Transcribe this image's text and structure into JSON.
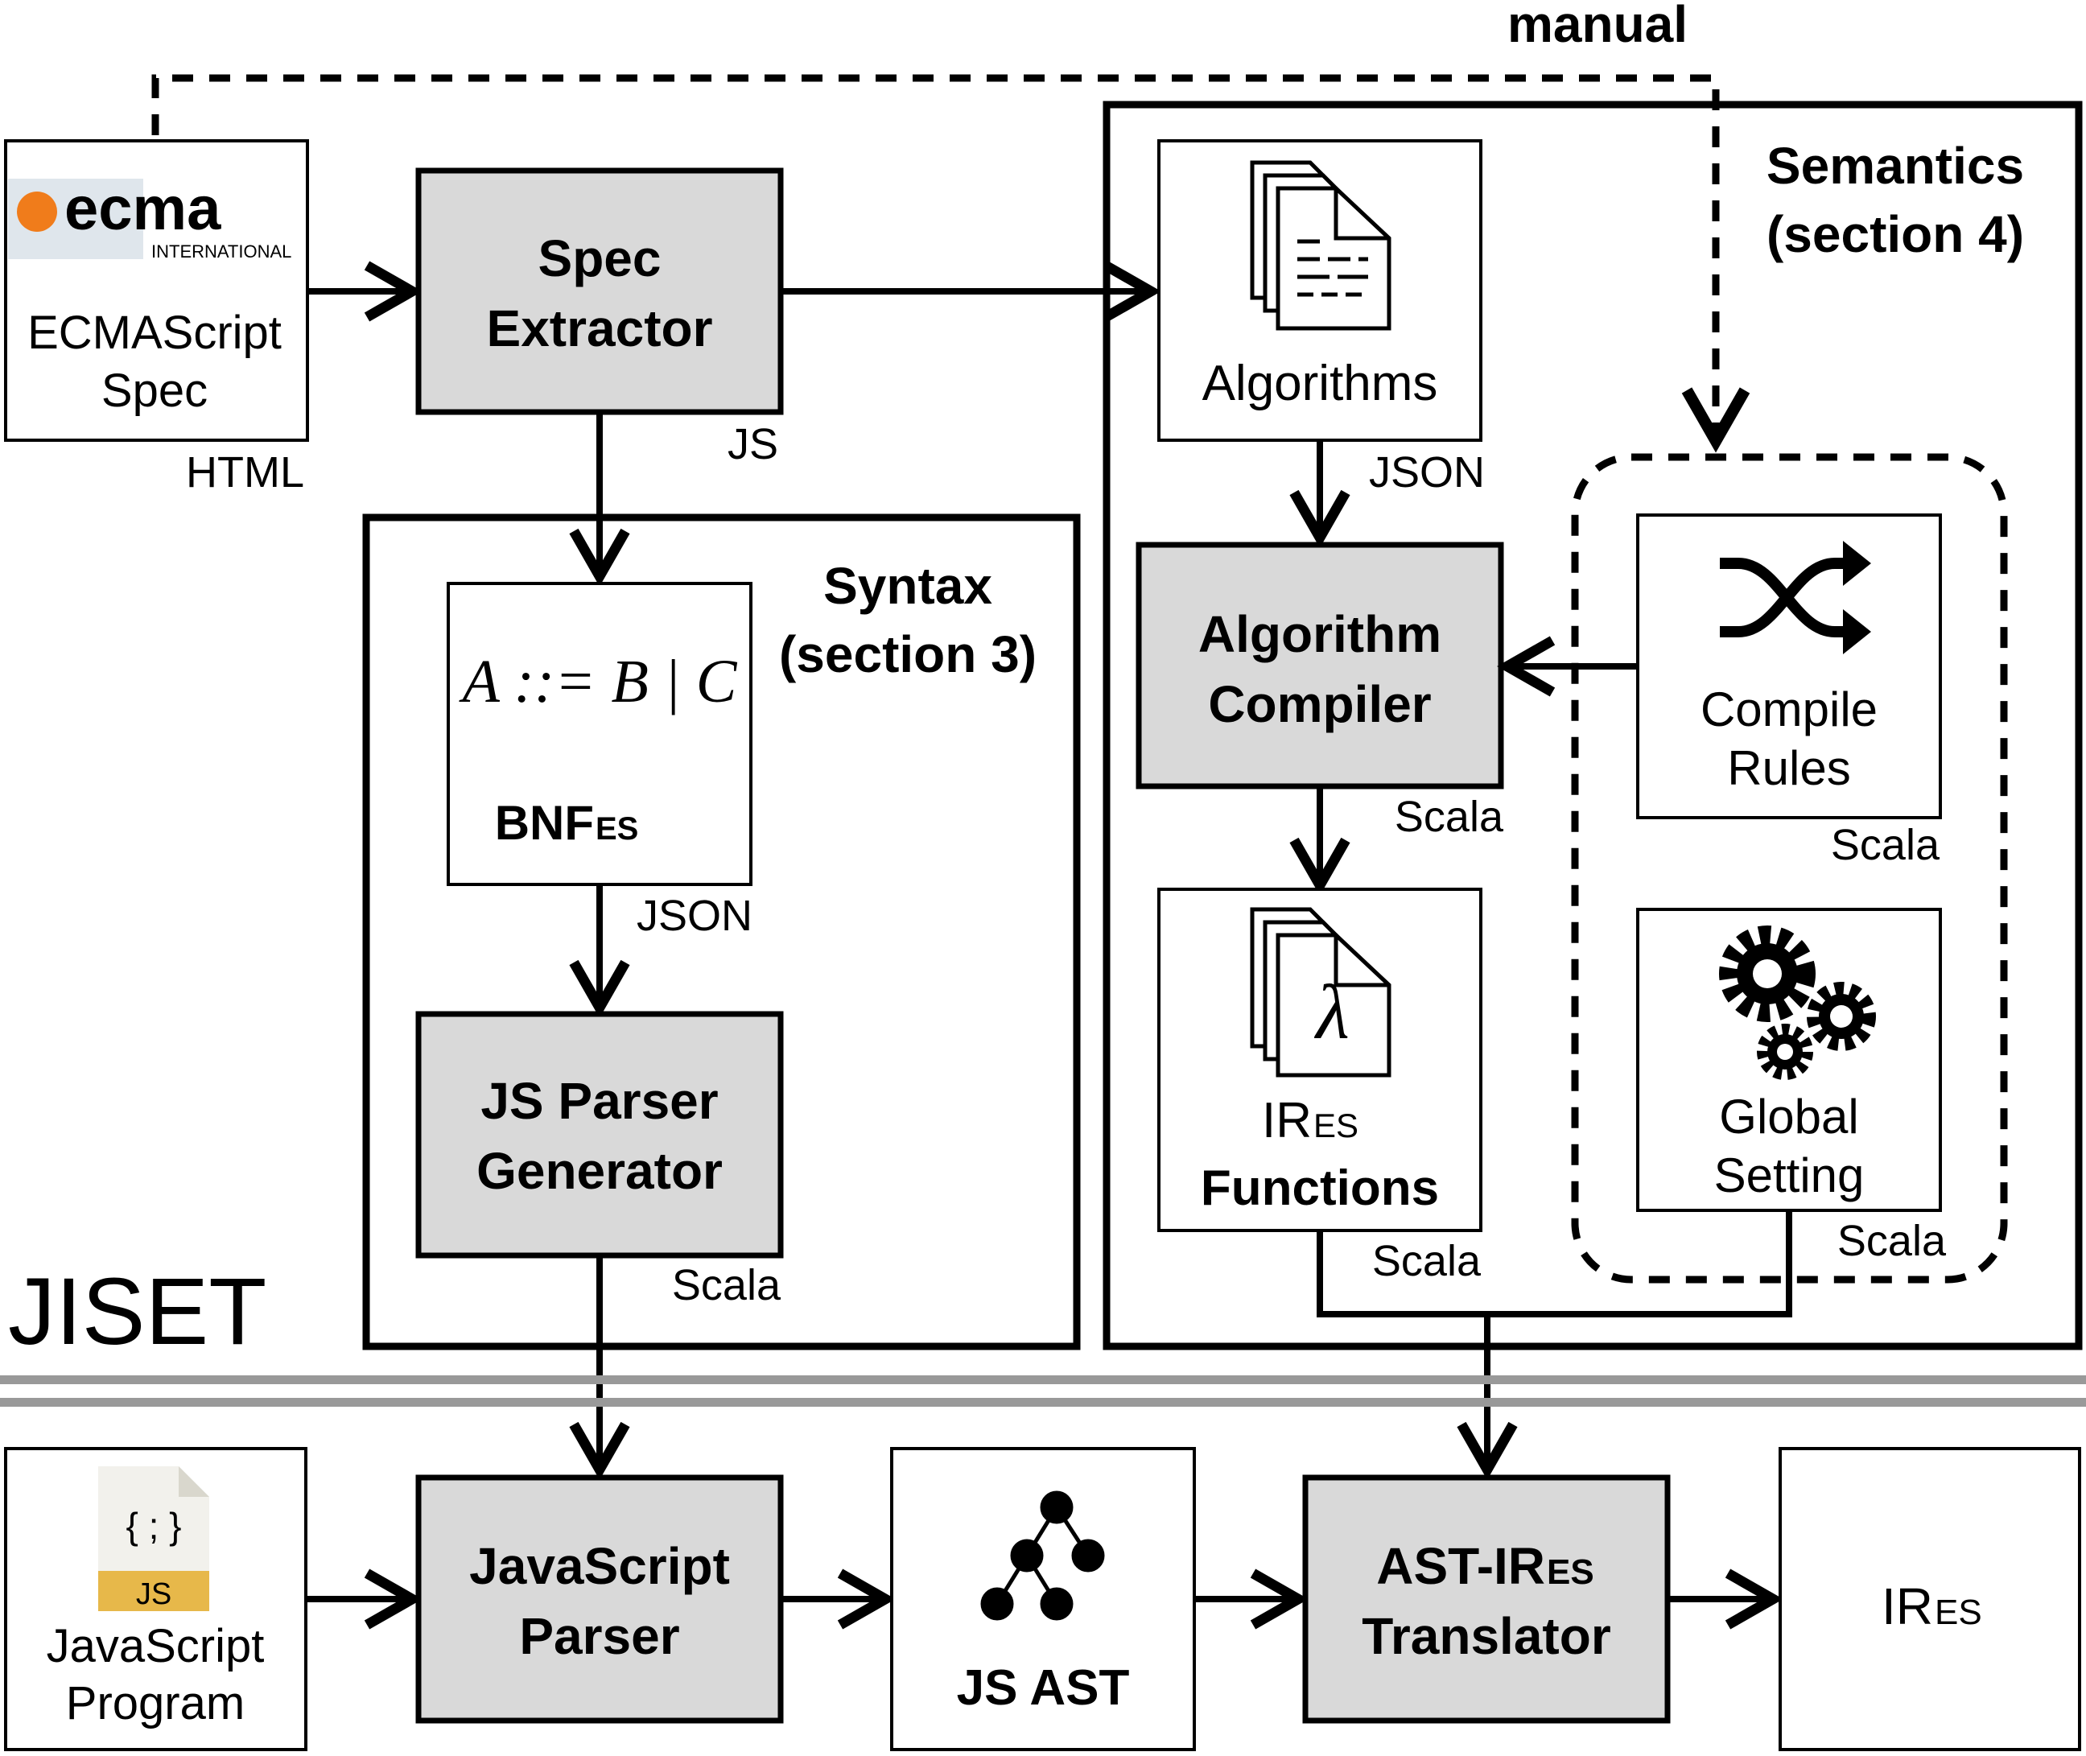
{
  "manual_label": "manual",
  "jiset_label": "JISET",
  "ecma": {
    "logo_word": "ecma",
    "logo_sub": "INTERNATIONAL",
    "title_line1": "ECMAScript",
    "title_line2": "Spec",
    "format": "HTML"
  },
  "spec_extractor": {
    "line1": "Spec",
    "line2": "Extractor",
    "lang": "JS"
  },
  "syntax": {
    "title_line1": "Syntax",
    "title_line2": "(section 3)",
    "bnf_formula": "A ::= B | C",
    "bnf_name": "BNF",
    "bnf_sub": "ES",
    "bnf_format": "JSON",
    "parser_gen_line1": "JS Parser",
    "parser_gen_line2": "Generator",
    "parser_gen_lang": "Scala"
  },
  "semantics": {
    "title_line1": "Semantics",
    "title_line2": "(section 4)",
    "algorithms": "Algorithms",
    "algorithms_format": "JSON",
    "compiler_line1": "Algorithm",
    "compiler_line2": "Compiler",
    "compiler_lang": "Scala",
    "compile_rules_line1": "Compile",
    "compile_rules_line2": "Rules",
    "compile_rules_lang": "Scala",
    "global_line1": "Global",
    "global_line2": "Setting",
    "global_lang": "Scala",
    "ir_functions_name": "IR",
    "ir_functions_sub": "ES",
    "ir_functions_line2": "Functions",
    "ir_functions_lang": "Scala",
    "lambda_symbol": "λ"
  },
  "bottom": {
    "js_file_icon": "{ ; }",
    "js_file_tag": "JS",
    "program_line1": "JavaScript",
    "program_line2": "Program",
    "parser_line1": "JavaScript",
    "parser_line2": "Parser",
    "ast": "JS AST",
    "translator_name": "AST-IR",
    "translator_sub": "ES",
    "translator_line2": "Translator",
    "ir_name": "IR",
    "ir_sub": "ES"
  },
  "colors": {
    "process_fill": "#d9d9d9",
    "separator": "#999999",
    "ecma_orange": "#f07c1b",
    "ecma_logo_bg": "#dfe6ec",
    "js_file_yellow": "#e7b84a"
  },
  "icons": [
    "document-stack-icon",
    "lambda-document-icon",
    "shuffle-icon",
    "gears-icon",
    "tree-icon",
    "js-file-icon",
    "ecma-logo"
  ]
}
